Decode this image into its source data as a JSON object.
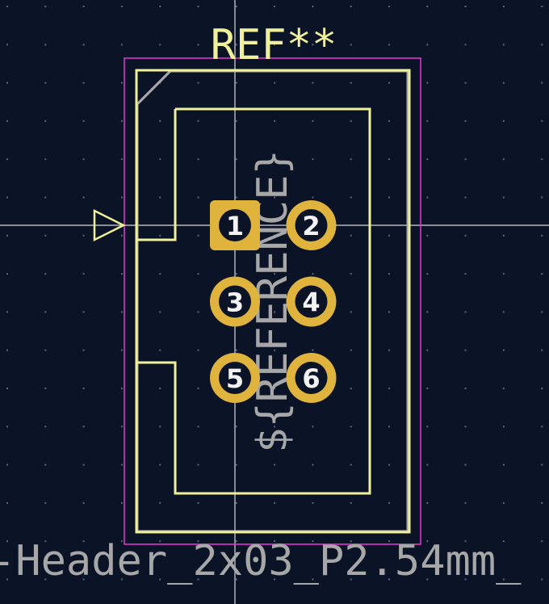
{
  "footprint": {
    "reference": "REF**",
    "value": "-Header_2x03_P2.54mm_",
    "fab_reference": "${REFERENCE}"
  },
  "pads": [
    {
      "number": "1",
      "shape": "square"
    },
    {
      "number": "2",
      "shape": "circle"
    },
    {
      "number": "3",
      "shape": "circle"
    },
    {
      "number": "4",
      "shape": "circle"
    },
    {
      "number": "5",
      "shape": "circle"
    },
    {
      "number": "6",
      "shape": "circle"
    }
  ],
  "colors": {
    "background": "#0b1427",
    "grid": "#5a6680",
    "crosshair": "#d8d8d8",
    "courtyard": "#e33ad6",
    "silkscreen": "#f0ef9a",
    "fabrication": "#a7a7a7",
    "pad": "#e0b33c",
    "drill": "#0b1427"
  }
}
